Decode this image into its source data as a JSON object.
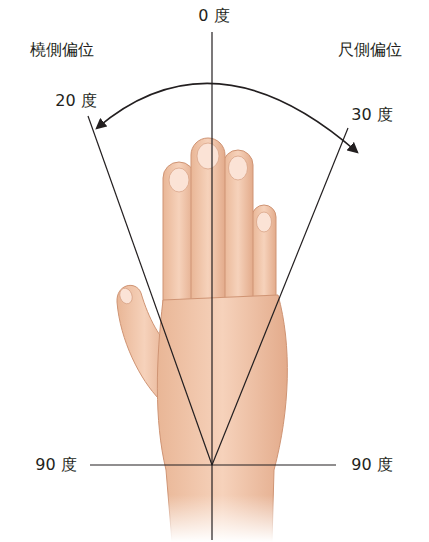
{
  "diagram": {
    "labels": [
      "0 度",
      "橈側偏位",
      "尺側偏位",
      "20 度",
      "30 度",
      "90 度",
      "90 度"
    ]
  }
}
